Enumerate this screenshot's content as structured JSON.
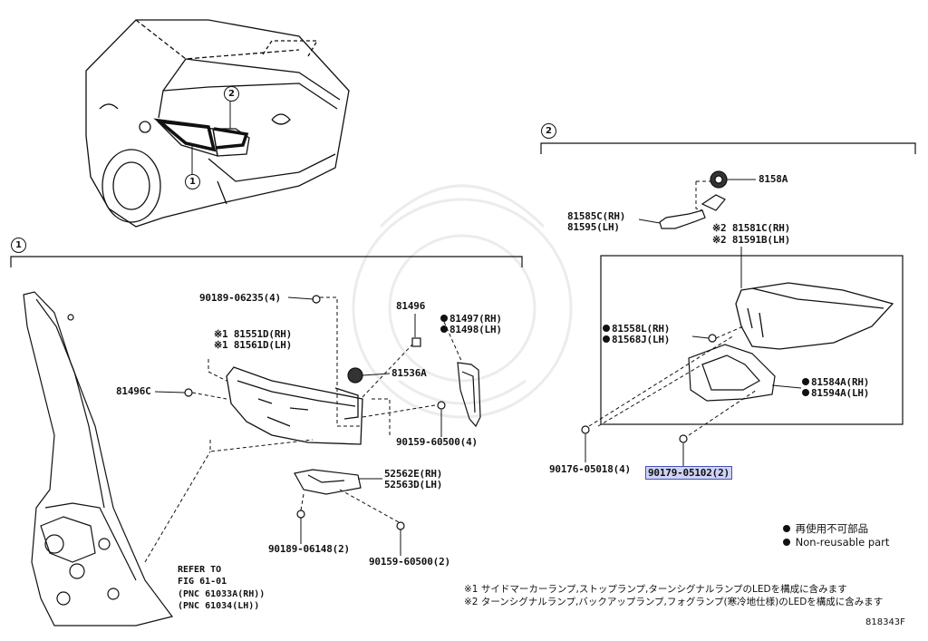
{
  "callouts": {
    "car_1": "1",
    "car_2": "2",
    "section_1": "1",
    "section_2": "2"
  },
  "parts": {
    "p90189_06235": "90189-06235(4)",
    "p81496": "81496",
    "p81497": "81497(RH)",
    "p81498": "81498(LH)",
    "p81551d": "※1 81551D(RH)",
    "p81561d": "※1 81561D(LH)",
    "p81496c": "81496C",
    "p81536a": "81536A",
    "p90159_60500_4": "90159-60500(4)",
    "p52562e": "52562E(RH)",
    "p52563d": "52563D(LH)",
    "p90189_06148": "90189-06148(2)",
    "p90159_60500_2": "90159-60500(2)",
    "p8158a": "8158A",
    "p81585c": "81585C(RH)",
    "p81595": "81595(LH)",
    "p81581c": "※2 81581C(RH)",
    "p81591b": "※2 81591B(LH)",
    "p81558l": "81558L(RH)",
    "p81568j": "81568J(LH)",
    "p81584a": "81584A(RH)",
    "p81594a": "81594A(LH)",
    "p90176_05018": "90176-05018(4)",
    "p90179_05102": "90179-05102(2)"
  },
  "reference": {
    "line1": "REFER TO",
    "line2": "FIG 61-01",
    "line3": "(PNC 61033A(RH))",
    "line4": "(PNC 61034(LH))"
  },
  "legend": {
    "jp": "再使用不可部品",
    "en": "Non-reusable part"
  },
  "notes": {
    "note1": "※1 サイドマーカーランプ,ストップランプ,ターンシグナルランプのLEDを構成に含みます",
    "note2": "※2 ターンシグナルランプ,バックアップランプ,フォグランプ(寒冷地仕様)のLEDを構成に含みます"
  },
  "figure_id": "818343F",
  "colors": {
    "highlight_fill": "#cfd3f5",
    "highlight_border": "#4650b8",
    "ink": "#111111"
  }
}
